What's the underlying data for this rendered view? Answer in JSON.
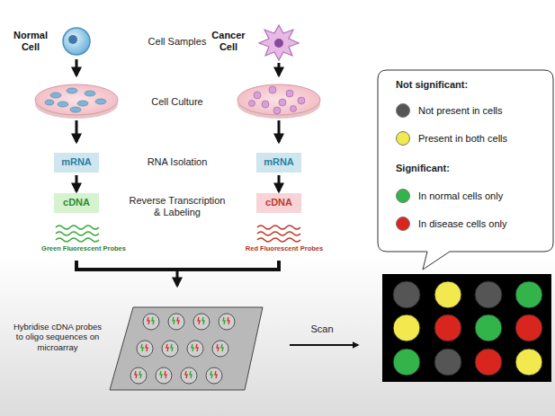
{
  "diagram": {
    "nodes": [
      {
        "text": [
          "Normal Cell"
        ]
      },
      {
        "text": [
          "Cancer Cell"
        ]
      },
      {
        "text": [
          "mRNA"
        ]
      },
      {
        "text": [
          "mRNA"
        ]
      },
      {
        "text": [
          "cDNA"
        ]
      },
      {
        "text": [
          "cDNA"
        ]
      }
    ],
    "edges": [
      {
        "from": 2,
        "to": 4,
        "arrow": "to"
      },
      {
        "from": 3,
        "to": 5,
        "arrow": "to"
      }
    ],
    "labels": [
      "Cell Samples",
      "Cell Culture",
      "RNA Isolation",
      "Reverse Transcription & Labeling",
      "Green Fluorescent Probes",
      "Red Fluorescent Probes",
      "Hybridise cDNA probes to oligo sequences on microarray",
      "Scan",
      "Not significant:",
      "Significant:"
    ],
    "legend": [
      {
        "text": "Not present in cells",
        "color": "#555555"
      },
      {
        "text": "Present in both cells",
        "color": "#f2e94e"
      },
      {
        "text": "In normal cells only",
        "color": "#33b44a"
      },
      {
        "text": "In disease cells only",
        "color": "#d8261e"
      }
    ]
  }
}
